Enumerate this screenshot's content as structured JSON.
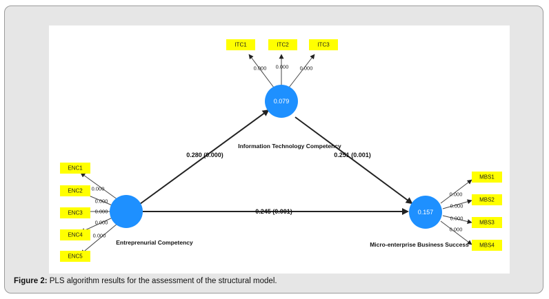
{
  "constructs": {
    "itc": {
      "label": "Information Technology Competency",
      "value": "0.079"
    },
    "enc": {
      "label": "Entreprenurial Competency",
      "value": ""
    },
    "mbs": {
      "label": "Micro-enterprise Business Success",
      "value": "0.157"
    }
  },
  "indicators": {
    "itc": [
      {
        "name": "ITC1",
        "loading": "0.000"
      },
      {
        "name": "ITC2",
        "loading": "0.000"
      },
      {
        "name": "ITC3",
        "loading": "0.000"
      }
    ],
    "enc": [
      {
        "name": "ENC1",
        "loading": "0.000"
      },
      {
        "name": "ENC2",
        "loading": "0.000"
      },
      {
        "name": "ENC3",
        "loading": "0.000"
      },
      {
        "name": "ENC4",
        "loading": "0.000"
      },
      {
        "name": "ENC5",
        "loading": "0.000"
      }
    ],
    "mbs": [
      {
        "name": "MBS1",
        "loading": "0.000"
      },
      {
        "name": "MBS2",
        "loading": "0.000"
      },
      {
        "name": "MBS3",
        "loading": "0.000"
      },
      {
        "name": "MBS4",
        "loading": "0.000"
      }
    ]
  },
  "paths": {
    "enc_itc": "0.280 (0.000)",
    "itc_mbs": "0.251 (0.001)",
    "enc_mbs": "0.245 (0.001)"
  },
  "colors": {
    "construct_fill": "#1e90ff",
    "indicator_fill": "#ffff00"
  },
  "caption": {
    "label": "Figure 2:",
    "text": "PLS algorithm results for the assessment of the structural model."
  }
}
